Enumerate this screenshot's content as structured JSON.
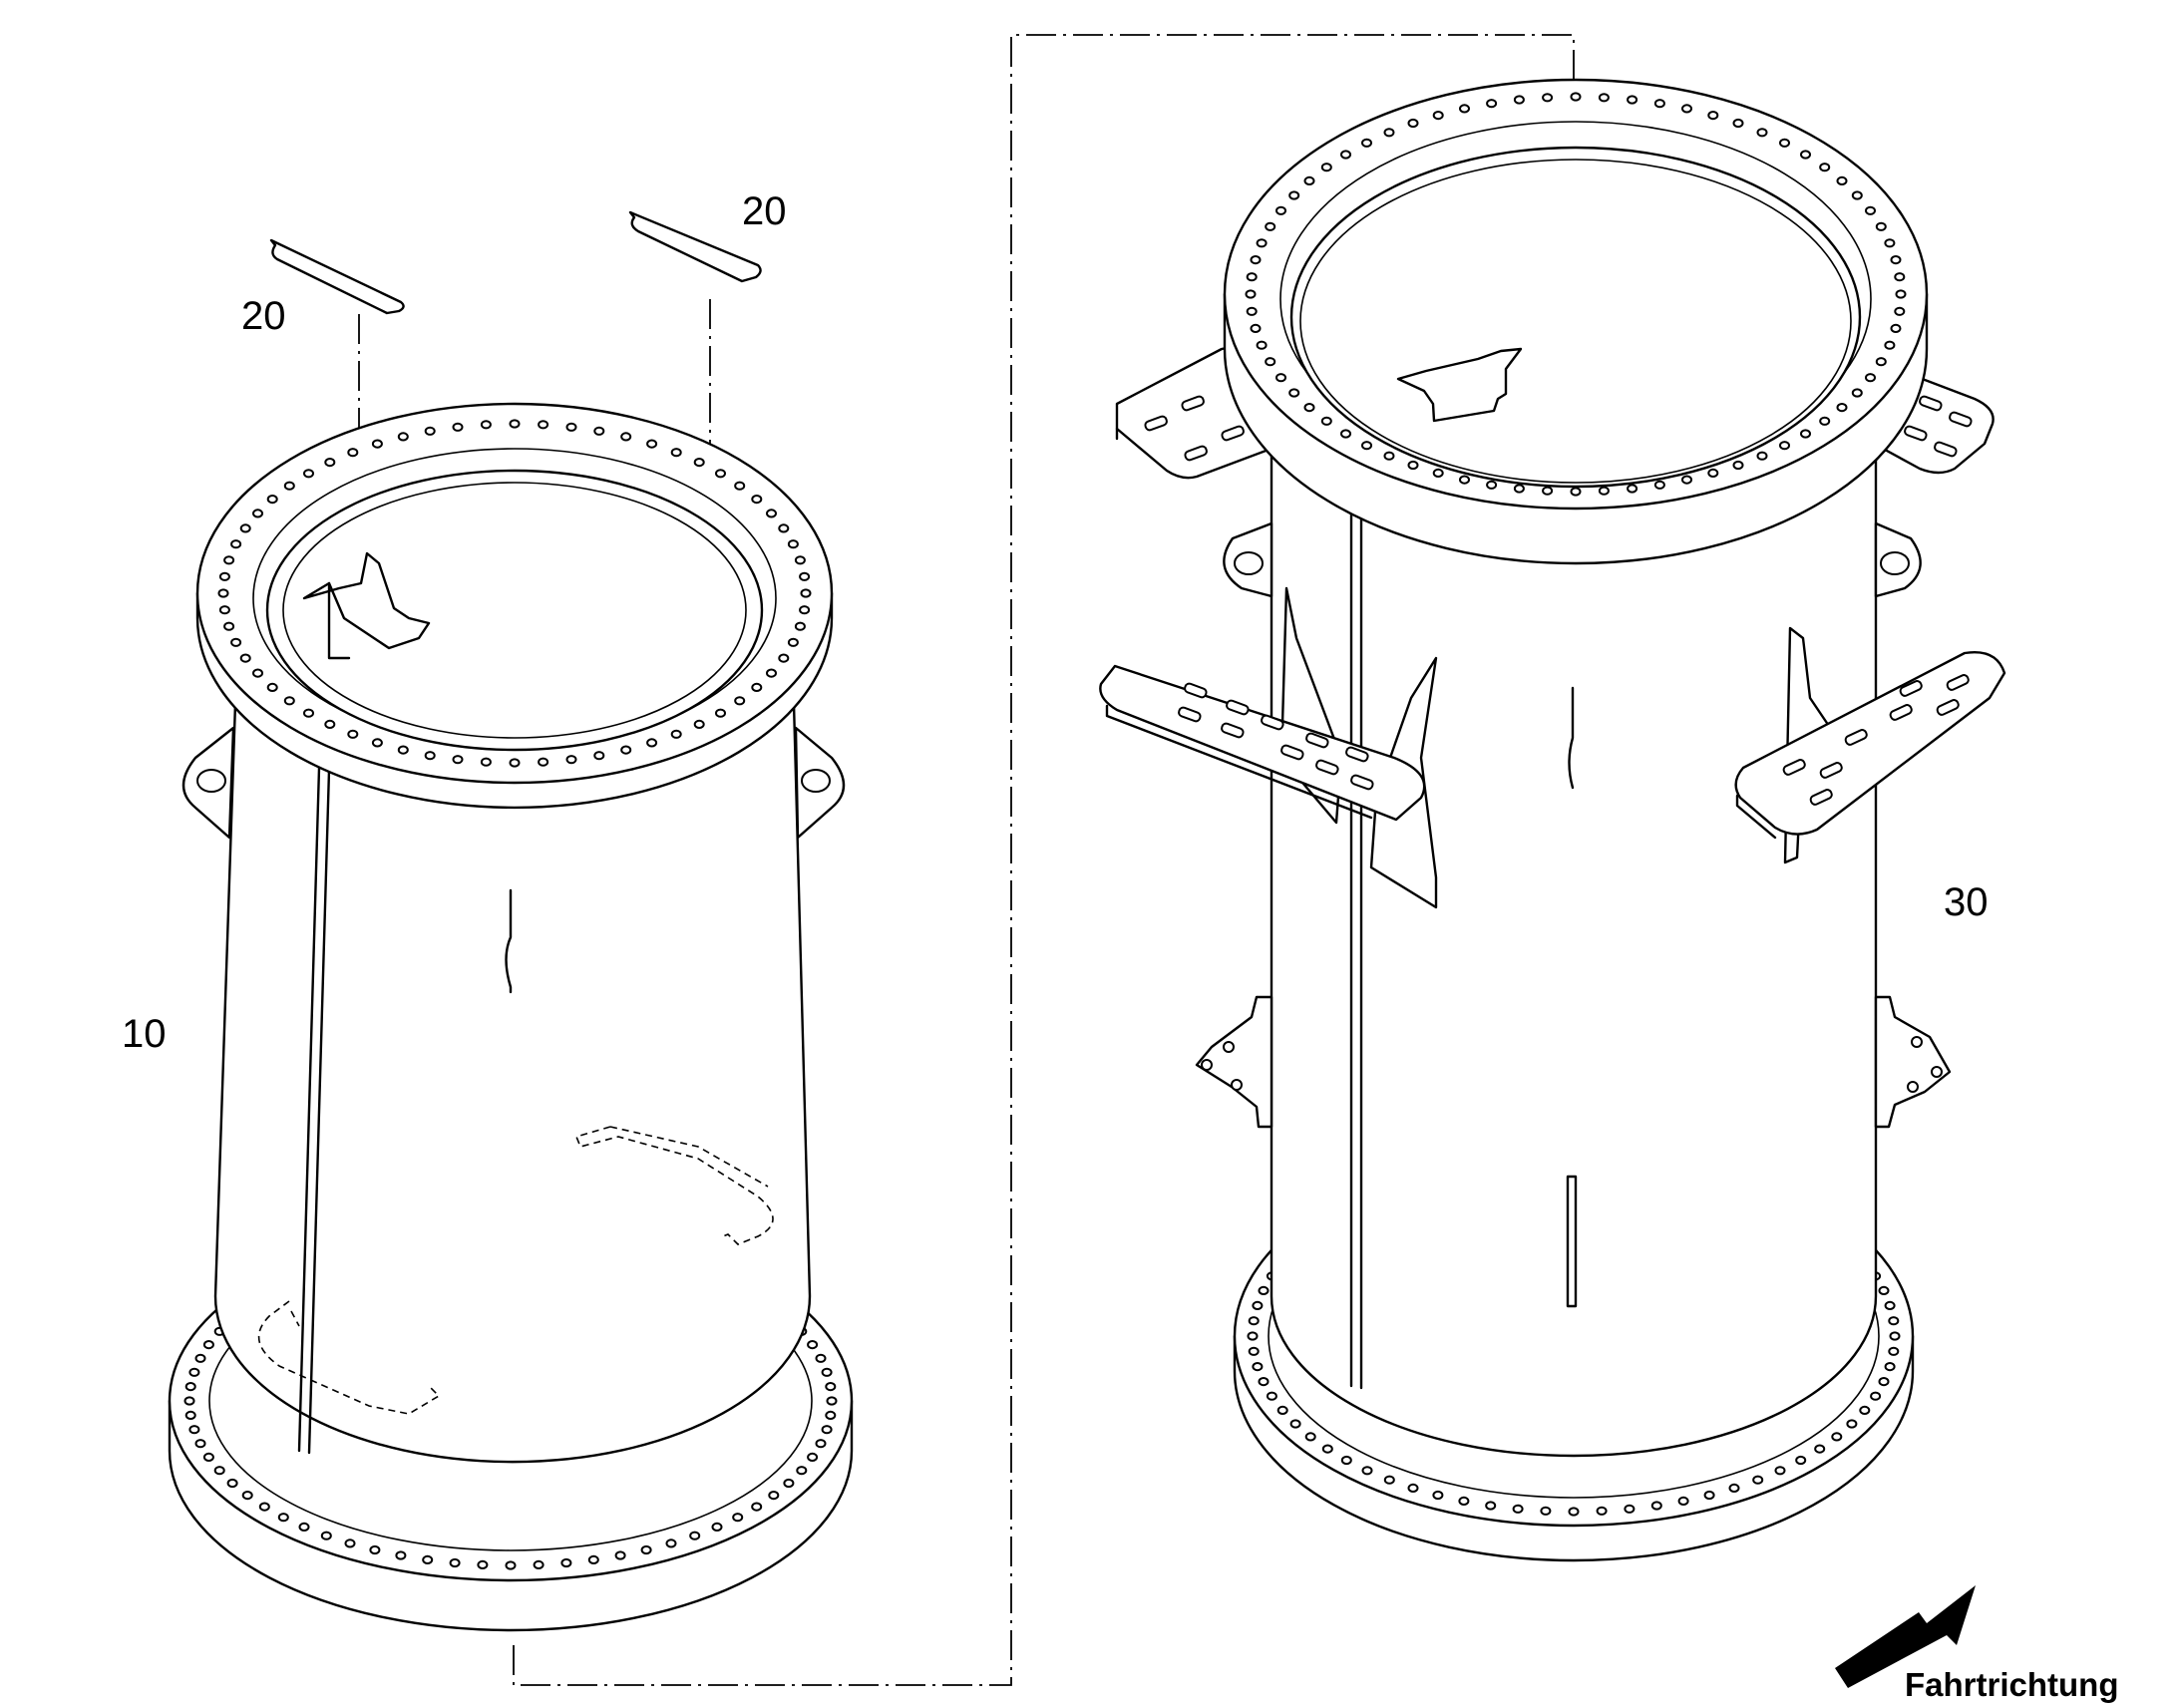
{
  "labels": {
    "part_10": "10",
    "part_20_left": "20",
    "part_20_right": "20",
    "part_30": "30"
  },
  "direction": {
    "text": "Fahrtrichtung"
  },
  "icons": {
    "direction_arrow": "arrow-up-right-icon"
  }
}
